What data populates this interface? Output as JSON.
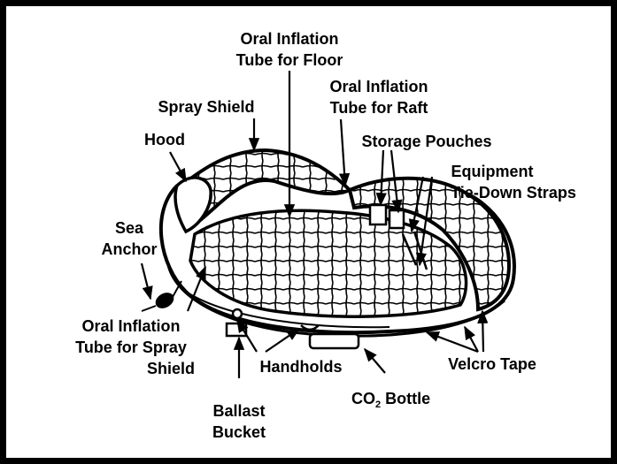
{
  "labels": {
    "oral_inflation_floor": [
      "Oral Inflation",
      "Tube for Floor"
    ],
    "oral_inflation_raft": [
      "Oral Inflation",
      "Tube for Raft"
    ],
    "spray_shield": "Spray Shield",
    "hood": "Hood",
    "storage_pouches": "Storage Pouches",
    "equipment_tiedown": [
      "Equipment",
      "Tie-Down Straps"
    ],
    "sea_anchor": [
      "Sea",
      "Anchor"
    ],
    "oral_inflation_spray": [
      "Oral Inflation",
      "Tube for Spray",
      "Shield"
    ],
    "handholds": "Handholds",
    "velcro_tape": "Velcro Tape",
    "co2_bottle": {
      "main": "CO",
      "sub": "2",
      "rest": " Bottle"
    },
    "ballast_bucket": [
      "Ballast",
      "Bucket"
    ]
  }
}
